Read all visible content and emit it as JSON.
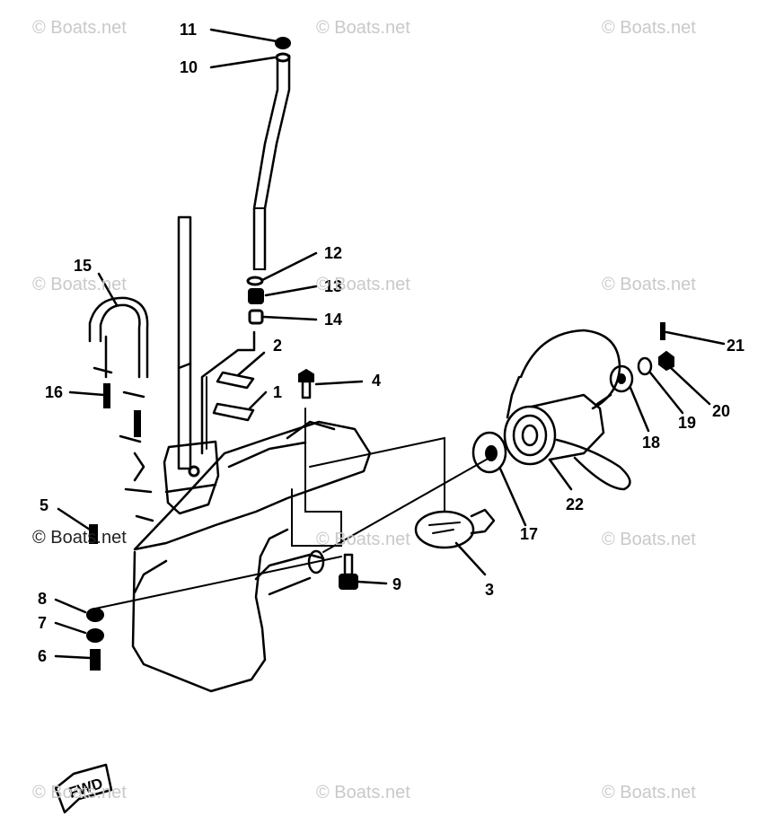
{
  "watermark": "© Boats.net",
  "callouts": [
    "1",
    "2",
    "3",
    "4",
    "5",
    "6",
    "7",
    "8",
    "9",
    "10",
    "11",
    "12",
    "13",
    "14",
    "15",
    "16",
    "17",
    "18",
    "19",
    "20",
    "21",
    "22"
  ],
  "fwd_label": "FWD"
}
